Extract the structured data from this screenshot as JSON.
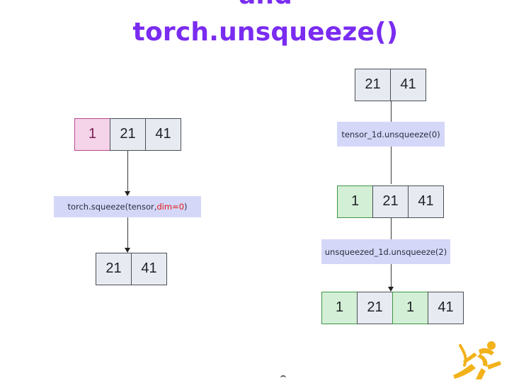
{
  "title": {
    "top_partial": "and",
    "main": "torch.unsqueeze()"
  },
  "left": {
    "input": [
      "1",
      "21",
      "41"
    ],
    "operation": {
      "prefix": "torch.squeeze(tensor, ",
      "highlight": "dim=0",
      "suffix": ")"
    },
    "output": [
      "21",
      "41"
    ]
  },
  "right": {
    "input": [
      "21",
      "41"
    ],
    "operation_1": "tensor_1d.unsqueeze(0)",
    "middle": [
      "1",
      "21",
      "41"
    ],
    "operation_2": "unsqueezed_1d.unsqueeze(2)",
    "output": [
      "1",
      "21",
      "1",
      "41"
    ]
  },
  "colors": {
    "title": "#7a2cf0",
    "removed_dim": "#f5d3e8",
    "added_dim": "#d3efd5",
    "cell": "#e7ebf1",
    "operation": "#d4d7f7",
    "highlight": "#e01919",
    "logo": "#f2b21b"
  },
  "icons": {
    "logo": "runner-logo-icon"
  }
}
